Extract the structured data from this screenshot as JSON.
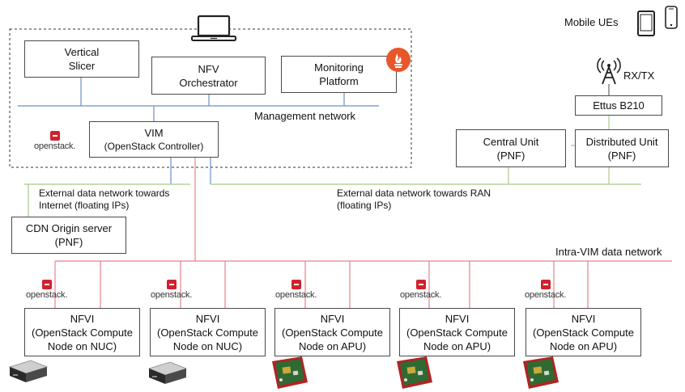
{
  "management": {
    "vertical_slicer": [
      "Vertical",
      "Slicer"
    ],
    "nfv_orchestrator": [
      "NFV",
      "Orchestrator"
    ],
    "monitoring_platform": [
      "Monitoring",
      "Platform"
    ],
    "network_label": "Management network",
    "vim": [
      "VIM",
      "(OpenStack Controller)"
    ],
    "openstack_label": "openstack."
  },
  "ran": {
    "mobile_ues": "Mobile UEs",
    "rxtx": "RX/TX",
    "ettus": "Ettus B210",
    "central_unit": [
      "Central Unit",
      "(PNF)"
    ],
    "distributed_unit": [
      "Distributed Unit",
      "(PNF)"
    ]
  },
  "networks": {
    "ext_internet": [
      "External data network towards",
      "Internet (floating IPs)"
    ],
    "ext_ran": [
      "External data network towards RAN",
      "(floating IPs)"
    ],
    "intra_vim": "Intra-VIM data network"
  },
  "cdn": [
    "CDN Origin server",
    "(PNF)"
  ],
  "openstack_label": "openstack.",
  "nfvi": [
    {
      "title": "NFVI",
      "line1": "(OpenStack Compute",
      "line2": "Node on NUC)",
      "hardware": "nuc"
    },
    {
      "title": "NFVI",
      "line1": "(OpenStack Compute",
      "line2": "Node on NUC)",
      "hardware": "nuc"
    },
    {
      "title": "NFVI",
      "line1": "(OpenStack Compute",
      "line2": "Node on APU)",
      "hardware": "apu"
    },
    {
      "title": "NFVI",
      "line1": "(OpenStack Compute",
      "line2": "Node on APU)",
      "hardware": "apu"
    },
    {
      "title": "NFVI",
      "line1": "(OpenStack Compute",
      "line2": "Node on APU)",
      "hardware": "apu"
    }
  ],
  "colors": {
    "management_line": "#6d8fc8",
    "intra_vim_line": "#e9808a",
    "ran_line": "#a9c98a",
    "openstack_red": "#d0222d",
    "grafana_orange": "#e8562a"
  }
}
